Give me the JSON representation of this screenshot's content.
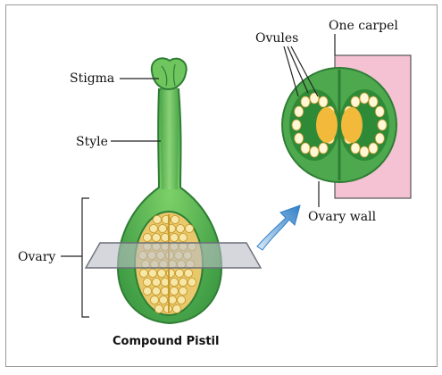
{
  "labels": {
    "stigma": "Stigma",
    "style": "Style",
    "ovary": "Ovary",
    "ovules": "Ovules",
    "one_carpel": "One carpel",
    "ovary_wall": "Ovary wall"
  },
  "caption": "Compound Pistil",
  "colors": {
    "pistil_green": "#5cb85a",
    "pistil_dark": "#2f7d35",
    "ovule_yellow": "#f2d36b",
    "carpel_pink": "#f4c2d2",
    "arrow_blue": "#3d8fd1",
    "cut_plane": "#b9bcc4"
  }
}
